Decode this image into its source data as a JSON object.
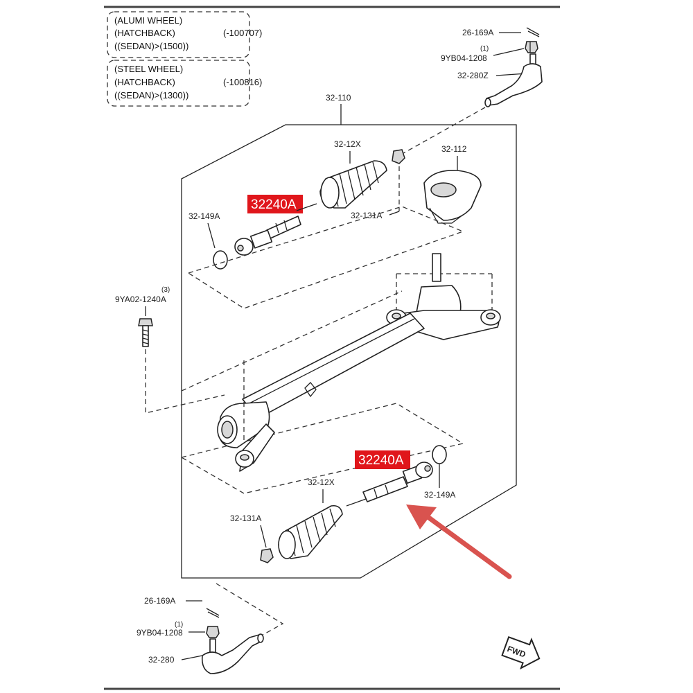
{
  "notes": [
    {
      "lines": [
        {
          "text": "(ALUMI WHEEL)"
        },
        {
          "text": "(HATCHBACK)",
          "code": "(-100707)"
        },
        {
          "text": "((SEDAN)>(1500))"
        }
      ]
    },
    {
      "lines": [
        {
          "text": "(STEEL WHEEL)"
        },
        {
          "text": "(HATCHBACK)",
          "code": "(-100816)"
        },
        {
          "text": "((SEDAN)>(1300))"
        }
      ]
    }
  ],
  "labels": {
    "assembly": "32-110",
    "boot_upper": "32-12X",
    "boot_lower": "32-12X",
    "mount": "32-112",
    "clamp_upper": "32-131A",
    "clamp_lower": "32-131A",
    "ring_left": "32-149A",
    "ring_right": "32-149A",
    "bolt_qty": "(3)",
    "bolt": "9YA02-1240A",
    "pin_top": "26-169A",
    "nut_top_qty": "(1)",
    "nut_top": "9YB04-1208",
    "tie_rod_end_top": "32-280Z",
    "pin_bottom": "26-169A",
    "nut_bottom_qty": "(1)",
    "nut_bottom": "9YB04-1208",
    "tie_rod_end_bottom": "32-280"
  },
  "highlights": {
    "upper": "32240A",
    "lower": "32240A",
    "color": "#e0161b"
  },
  "arrow_color": "#d9534f",
  "fwd_label": "FWD"
}
